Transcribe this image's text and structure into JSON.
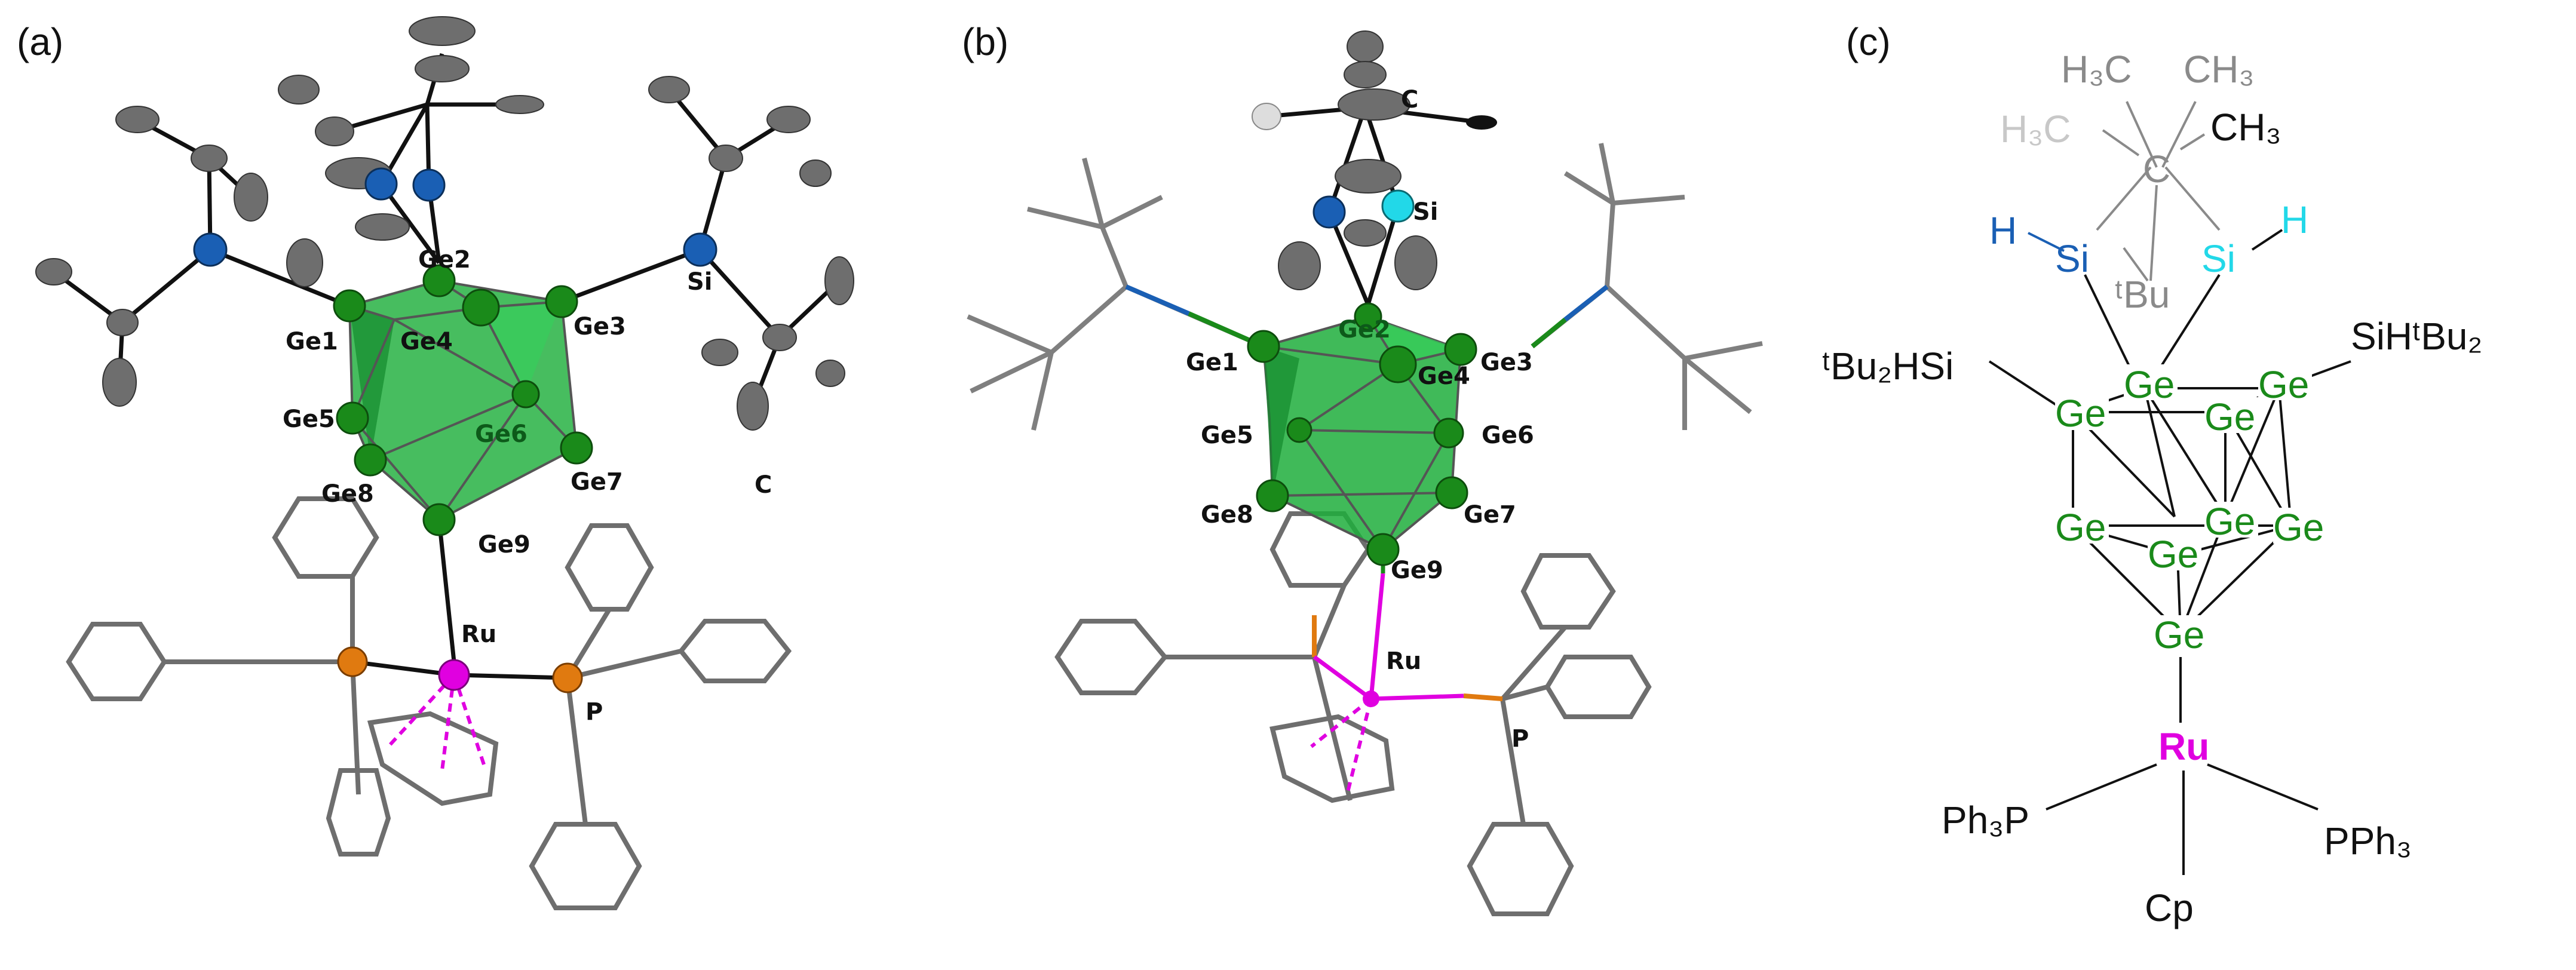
{
  "panels": {
    "a": "(a)",
    "b": "(b)",
    "c": "(c)"
  },
  "panel_a": {
    "atoms": {
      "ge1": "Ge1",
      "ge2": "Ge2",
      "ge3": "Ge3",
      "ge4": "Ge4",
      "ge5": "Ge5",
      "ge6": "Ge6",
      "ge7": "Ge7",
      "ge8": "Ge8",
      "ge9": "Ge9",
      "si": "Si",
      "c": "C",
      "ru": "Ru",
      "p": "P"
    }
  },
  "panel_b": {
    "atoms": {
      "ge1": "Ge1",
      "ge2": "Ge2",
      "ge3": "Ge3",
      "ge4": "Ge4",
      "ge5": "Ge5",
      "ge6": "Ge6",
      "ge7": "Ge7",
      "ge8": "Ge8",
      "ge9": "Ge9",
      "si": "Si",
      "c": "C",
      "ru": "Ru",
      "p": "P"
    }
  },
  "panel_c": {
    "h3c_left": "H₃C",
    "ch3_top": "CH₃",
    "ch3_right": "CH₃",
    "c_center": "C",
    "h_left": "H",
    "si_left": "Si",
    "tbu": "ᵗBu",
    "si_right": "Si",
    "h_right": "H",
    "substituent_left": "ᵗBu₂HSi",
    "substituent_right": "SiHᵗBu₂",
    "ge": "Ge",
    "ru": "Ru",
    "ph3p": "Ph₃P",
    "pph3": "PPh₃",
    "cp": "Cp"
  },
  "colors": {
    "green": "#1a8a1a",
    "cluster_fill": "#2db84a",
    "ru_magenta": "#e000e0",
    "p_orange": "#e07a10",
    "n_blue": "#1a5fb4",
    "si_cyan": "#22d8e8",
    "gray": "#7f7f7f",
    "light_gray": "#bfbfbf"
  }
}
